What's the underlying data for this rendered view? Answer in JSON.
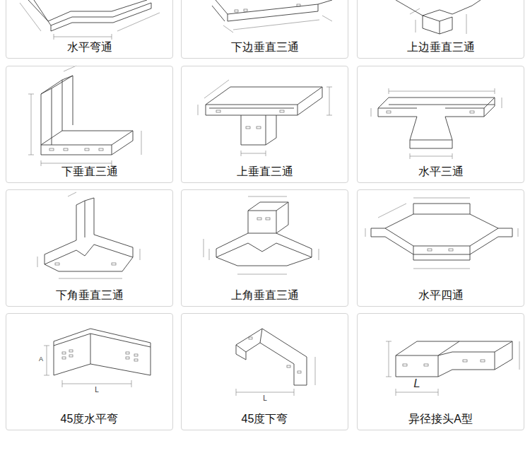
{
  "diagram": {
    "nodes": [
      {
        "text": [
          "水平弯通"
        ]
      },
      {
        "text": [
          "下边垂直三通"
        ]
      },
      {
        "text": [
          "上边垂直三通"
        ]
      },
      {
        "text": [
          "下垂直三通"
        ]
      },
      {
        "text": [
          "上垂直三通"
        ]
      },
      {
        "text": [
          "水平三通"
        ]
      },
      {
        "text": [
          "下角垂直三通"
        ]
      },
      {
        "text": [
          "上角垂直三通"
        ]
      },
      {
        "text": [
          "水平四通"
        ]
      },
      {
        "text": [
          "45度水平弯"
        ]
      },
      {
        "text": [
          "45度下弯"
        ]
      },
      {
        "text": [
          "异径接头A型"
        ]
      }
    ],
    "labels": [
      "A",
      "L",
      "L",
      "L"
    ]
  }
}
